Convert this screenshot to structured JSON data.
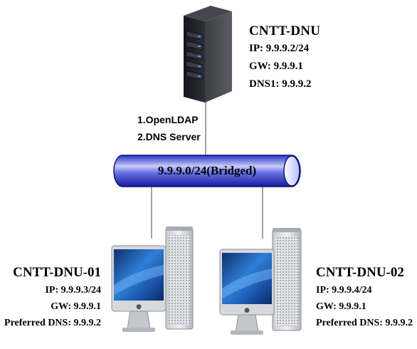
{
  "server": {
    "name": "CNTT-DNU",
    "ip": "IP: 9.9.9.2/24",
    "gw": "GW: 9.9.9.1",
    "dns": "DNS1: 9.9.9.2",
    "services": [
      "1.OpenLDAP",
      "2.DNS Server"
    ]
  },
  "network": {
    "label": "9.9.9.0/24(Bridged)"
  },
  "client1": {
    "name": "CNTT-DNU-01",
    "ip": "IP: 9.9.9.3/24",
    "gw": "GW: 9.9.9.1",
    "dns": "Preferred DNS: 9.9.9.2"
  },
  "client2": {
    "name": "CNTT-DNU-02",
    "ip": "IP: 9.9.9.4/24",
    "gw": "GW: 9.9.9.1",
    "dns": "Preferred DNS: 9.9.9.2"
  },
  "colors": {
    "pipe": "#1f2ad6",
    "pipe_light": "#c9cdf7",
    "server_body": "#1e1e22",
    "server_led": "#3aa0ff",
    "screen": "#1f5fb5"
  }
}
